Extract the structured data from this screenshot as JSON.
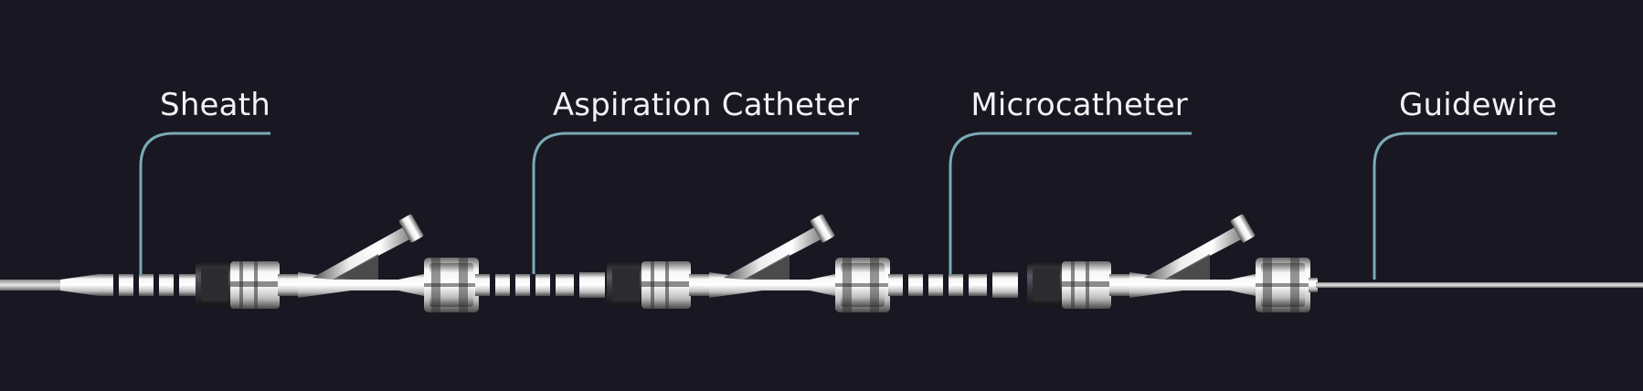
{
  "labels": {
    "sheath": "Sheath",
    "aspiration_catheter": "Aspiration Catheter",
    "microcatheter": "Microcatheter",
    "guidewire": "Guidewire"
  },
  "colors": {
    "background": "#181722",
    "callout_line": "#7aaab6",
    "label_text": "#f2f2f4",
    "metal_light": "#f4f4f4",
    "metal_dark": "#5a5a5a",
    "plastic_dark": "#2a2a2e"
  }
}
